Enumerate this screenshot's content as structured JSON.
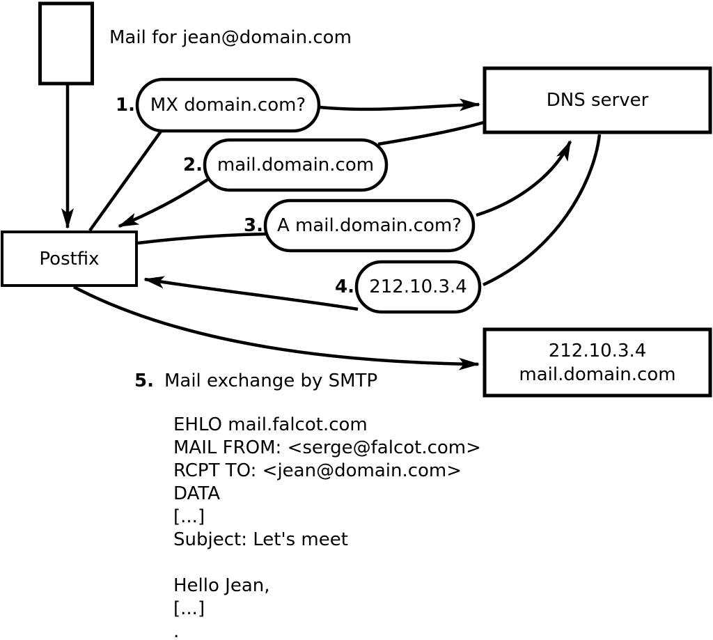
{
  "diagram": {
    "mail_label": "Mail for jean@domain.com",
    "nodes": {
      "postfix": "Postfix",
      "dns_server": "DNS server",
      "mail_server_ip": "212.10.3.4",
      "mail_server_name": "mail.domain.com"
    },
    "steps": [
      {
        "num": "1.",
        "label": "MX domain.com?"
      },
      {
        "num": "2.",
        "label": "mail.domain.com"
      },
      {
        "num": "3.",
        "label": "A mail.domain.com?"
      },
      {
        "num": "4.",
        "label": "212.10.3.4"
      },
      {
        "num": "5.",
        "label": "Mail exchange by SMTP"
      }
    ],
    "smtp_session": [
      "EHLO mail.falcot.com",
      "MAIL FROM: <serge@falcot.com>",
      "RCPT TO: <jean@domain.com>",
      "DATA",
      "[...]",
      "Subject: Let's meet",
      "",
      "Hello Jean,",
      "[...]",
      "."
    ]
  },
  "colors": {
    "ink": "#000000",
    "background": "#ffffff"
  }
}
